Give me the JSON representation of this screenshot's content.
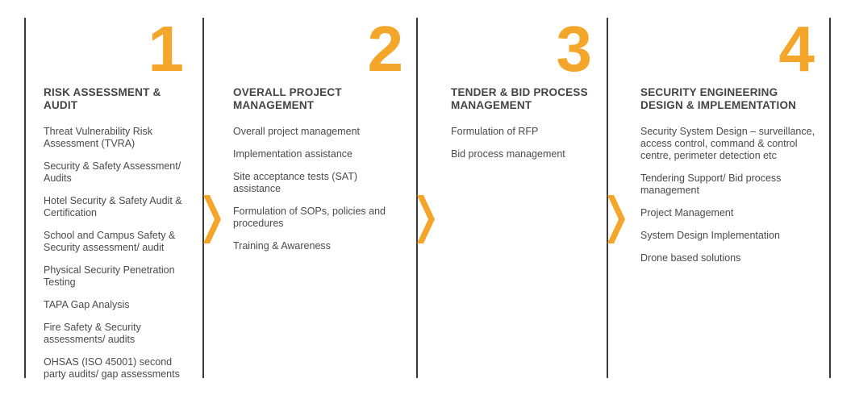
{
  "accent_color": "#f4a62a",
  "columns": [
    {
      "number": "1",
      "title": "RISK ASSESSMENT & AUDIT",
      "items": [
        "Threat Vulnerability Risk Assessment (TVRA)",
        "Security & Safety Assessment/ Audits",
        "Hotel Security & Safety Audit & Certification",
        "School and Campus Safety & Security assessment/ audit",
        "Physical Security Penetration Testing",
        "TAPA Gap Analysis",
        "Fire Safety & Security assessments/ audits",
        "OHSAS (ISO 45001) second party audits/ gap assessments"
      ]
    },
    {
      "number": "2",
      "title": "OVERALL PROJECT MANAGEMENT",
      "items": [
        "Overall project management",
        "Implementation assistance",
        "Site acceptance tests (SAT) assistance",
        "Formulation of SOPs, policies and procedures",
        "Training & Awareness"
      ]
    },
    {
      "number": "3",
      "title": "TENDER & BID PROCESS MANAGEMENT",
      "items": [
        "Formulation of RFP",
        "Bid process management"
      ]
    },
    {
      "number": "4",
      "title": "SECURITY ENGINEERING DESIGN & IMPLEMENTATION",
      "items": [
        "Security System Design – surveillance, access control, command & control centre, perimeter detection etc",
        "Tendering Support/ Bid process management",
        "Project Management",
        "System Design Implementation",
        "Drone based solutions"
      ]
    }
  ]
}
